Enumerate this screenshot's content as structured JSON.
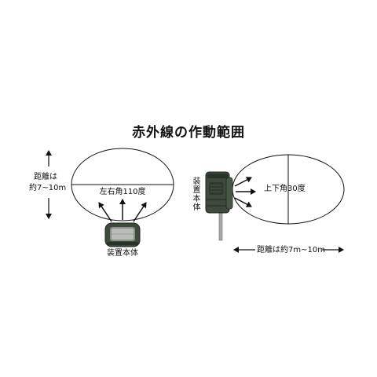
{
  "title": "赤外線の作動範囲",
  "left_diagram": {
    "distance_line1": "距離は",
    "distance_line2": "約7~10m",
    "angle_label": "左右角110度",
    "device_label": "装置本体"
  },
  "right_diagram": {
    "device_label": "装置本体",
    "angle_label": "上下角30度",
    "distance_label": "距離は約7m~10m"
  },
  "colors": {
    "device_green": "#3d4a3c",
    "device_dark": "#2a332a",
    "line": "#111111"
  }
}
